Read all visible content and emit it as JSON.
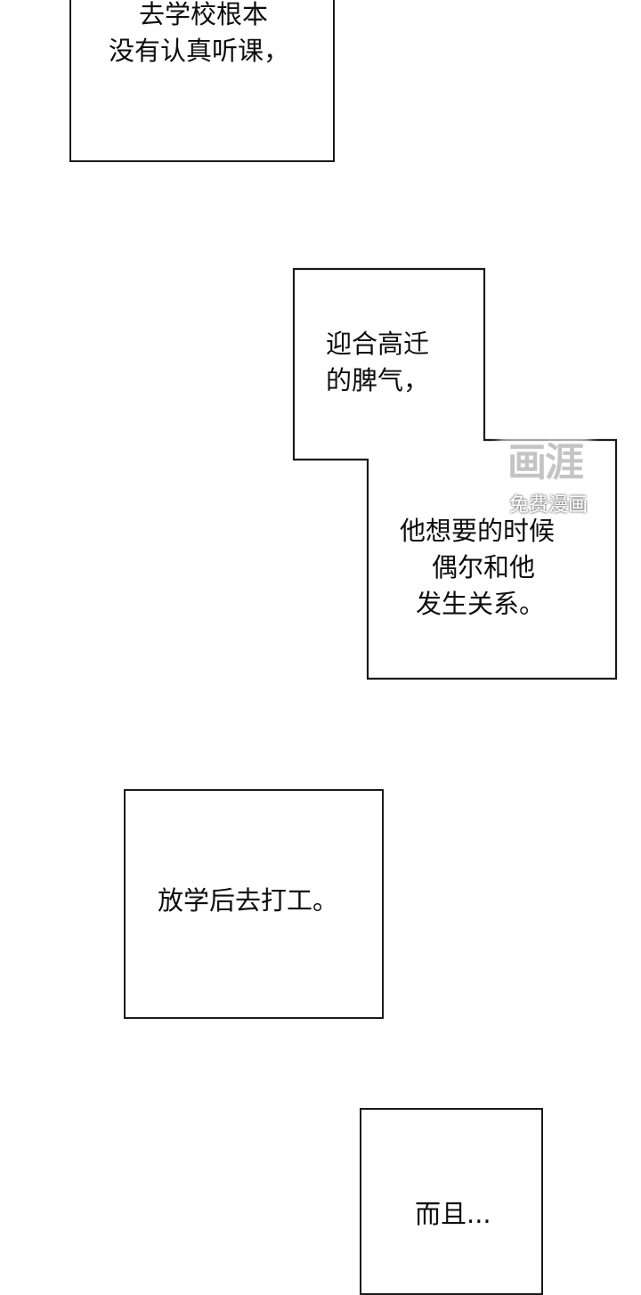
{
  "panels": [
    {
      "id": "panel-1",
      "lines": [
        "去学校根本",
        "没有认真听课，"
      ]
    },
    {
      "id": "panel-2",
      "lines": [
        "迎合高迁",
        "的脾气，"
      ]
    },
    {
      "id": "panel-3",
      "lines": [
        "他想要的时候",
        "偶尔和他",
        "发生关系。"
      ]
    },
    {
      "id": "panel-4",
      "lines": [
        "放学后去打工。"
      ]
    },
    {
      "id": "panel-5",
      "lines": [
        "而且..."
      ]
    }
  ],
  "watermark": {
    "logo": "画涯",
    "subtitle": "免费漫画"
  },
  "colors": {
    "border": "#1a1a1a",
    "text": "#0d0d0d",
    "background": "#ffffff"
  }
}
